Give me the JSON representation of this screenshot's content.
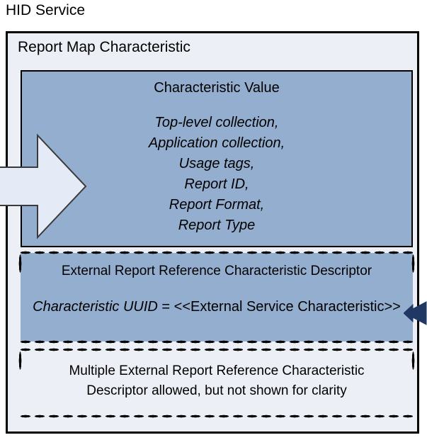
{
  "diagram": {
    "service_title": "HID Service",
    "characteristic_box": {
      "title": "Report Map Characteristic",
      "value_block": {
        "heading": "Characteristic Value",
        "items": [
          "Top-level collection,",
          "Application collection,",
          "Usage tags,",
          "Report ID,",
          "Report Format,",
          "Report Type"
        ]
      },
      "descriptor_block": {
        "title": "External Report Reference Characteristic Descriptor",
        "field_name": "Characteristic UUID",
        "field_assignment": " = <<External Service Characteristic>>"
      },
      "note_block": {
        "line1": "Multiple External Report Reference Characteristic",
        "line2": "Descriptor allowed, but not shown for clarity"
      }
    },
    "arrows": {
      "incoming_arrow_name": "incoming-block-arrow",
      "external_reference_arrow_name": "external-reference-arrow"
    },
    "colors": {
      "blue_fill": "#93aece",
      "light_fill": "#eceff5",
      "outline": "#000000",
      "dark_arrow": "#1f3864",
      "page_background": "#ffffff"
    }
  }
}
